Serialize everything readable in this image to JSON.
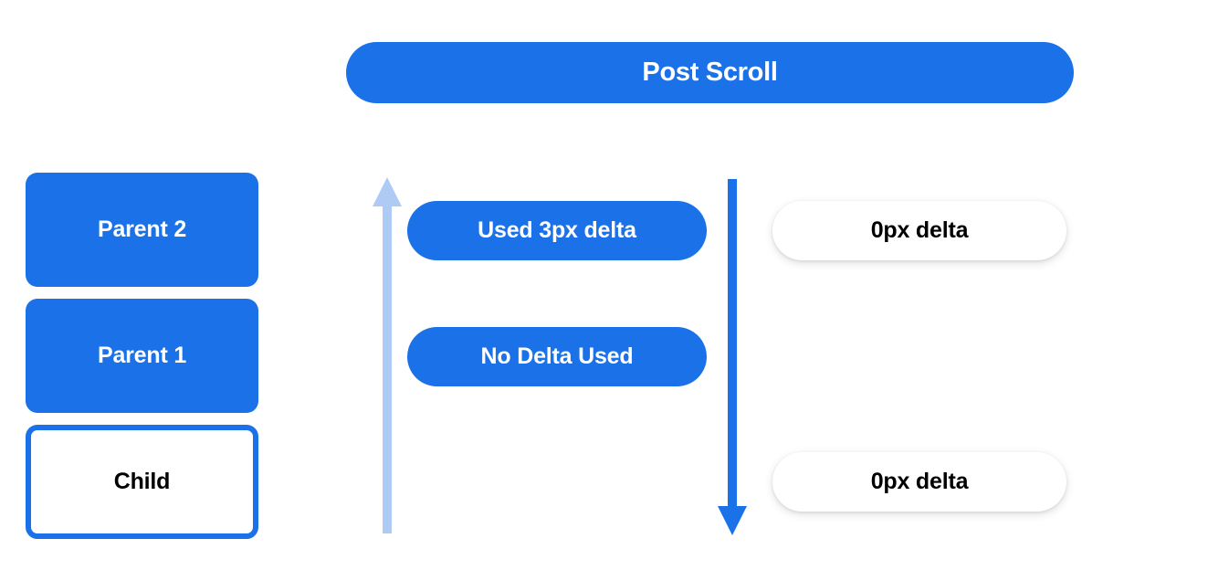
{
  "header": {
    "title": "Post Scroll"
  },
  "colors": {
    "blue": "#1b72e8",
    "light_blue": "#aecbf5",
    "white": "#ffffff",
    "black": "#000000",
    "background": "#ffffff"
  },
  "left_column": {
    "nodes": [
      {
        "label": "Parent 2",
        "style": "filled"
      },
      {
        "label": "Parent 1",
        "style": "filled"
      },
      {
        "label": "Child",
        "style": "outlined"
      }
    ]
  },
  "arrows": [
    {
      "name": "scroll-up-arrow",
      "direction": "up",
      "color": "#aecbf5"
    },
    {
      "name": "scroll-down-arrow",
      "direction": "down",
      "color": "#1b72e8"
    }
  ],
  "middle_column": {
    "pills": [
      {
        "label": "Used 3px delta"
      },
      {
        "label": "No Delta Used"
      }
    ]
  },
  "right_column": {
    "pills": [
      {
        "label": "0px delta"
      },
      {
        "label": "0px delta"
      }
    ]
  }
}
